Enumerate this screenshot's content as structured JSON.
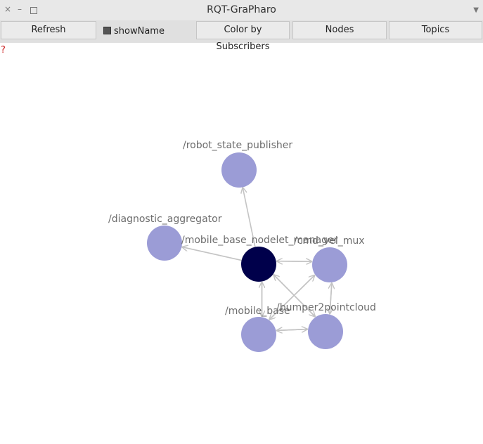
{
  "window": {
    "title": "RQT-GraPharo",
    "close_glyph": "×",
    "min_glyph": "–",
    "menu_glyph": "▼",
    "icons": [
      "close-icon",
      "minimize-icon",
      "maximize-icon",
      "window-menu-icon"
    ]
  },
  "toolbar": {
    "refresh_label": "Refresh",
    "show_name_label": "showName",
    "show_name_checked": true,
    "color_by_subscribers_label": "Color by Subscribers",
    "nodes_label": "Nodes",
    "topics_label": "Topics"
  },
  "status_marker": "?",
  "colors": {
    "node_default": "#9b9cd6",
    "node_selected": "#00004b",
    "edge": "#c4c4c4",
    "label": "#6d6d6d"
  },
  "graph": {
    "nodes": [
      {
        "id": "robot_state_publisher",
        "label": "/robot_state_publisher",
        "selected": false
      },
      {
        "id": "diagnostic_aggregator",
        "label": "/diagnostic_aggregator",
        "selected": false
      },
      {
        "id": "mobile_base_nodelet_manager",
        "label": "/mobile_base_nodelet_manager",
        "selected": true
      },
      {
        "id": "cmd_vel_mux",
        "label": "/cmd_vel_mux",
        "selected": false
      },
      {
        "id": "mobile_base",
        "label": "/mobile_base",
        "selected": false
      },
      {
        "id": "bumper2pointcloud",
        "label": "/bumper2pointcloud",
        "selected": false
      }
    ],
    "edges": [
      {
        "from": "mobile_base_nodelet_manager",
        "to": "robot_state_publisher"
      },
      {
        "from": "mobile_base_nodelet_manager",
        "to": "diagnostic_aggregator"
      },
      {
        "from": "mobile_base_nodelet_manager",
        "to": "cmd_vel_mux"
      },
      {
        "from": "cmd_vel_mux",
        "to": "mobile_base_nodelet_manager"
      },
      {
        "from": "mobile_base_nodelet_manager",
        "to": "mobile_base"
      },
      {
        "from": "mobile_base",
        "to": "mobile_base_nodelet_manager"
      },
      {
        "from": "mobile_base_nodelet_manager",
        "to": "bumper2pointcloud"
      },
      {
        "from": "bumper2pointcloud",
        "to": "mobile_base_nodelet_manager"
      },
      {
        "from": "cmd_vel_mux",
        "to": "mobile_base"
      },
      {
        "from": "mobile_base",
        "to": "cmd_vel_mux"
      },
      {
        "from": "cmd_vel_mux",
        "to": "bumper2pointcloud"
      },
      {
        "from": "bumper2pointcloud",
        "to": "cmd_vel_mux"
      },
      {
        "from": "mobile_base",
        "to": "bumper2pointcloud"
      },
      {
        "from": "bumper2pointcloud",
        "to": "mobile_base"
      }
    ]
  }
}
